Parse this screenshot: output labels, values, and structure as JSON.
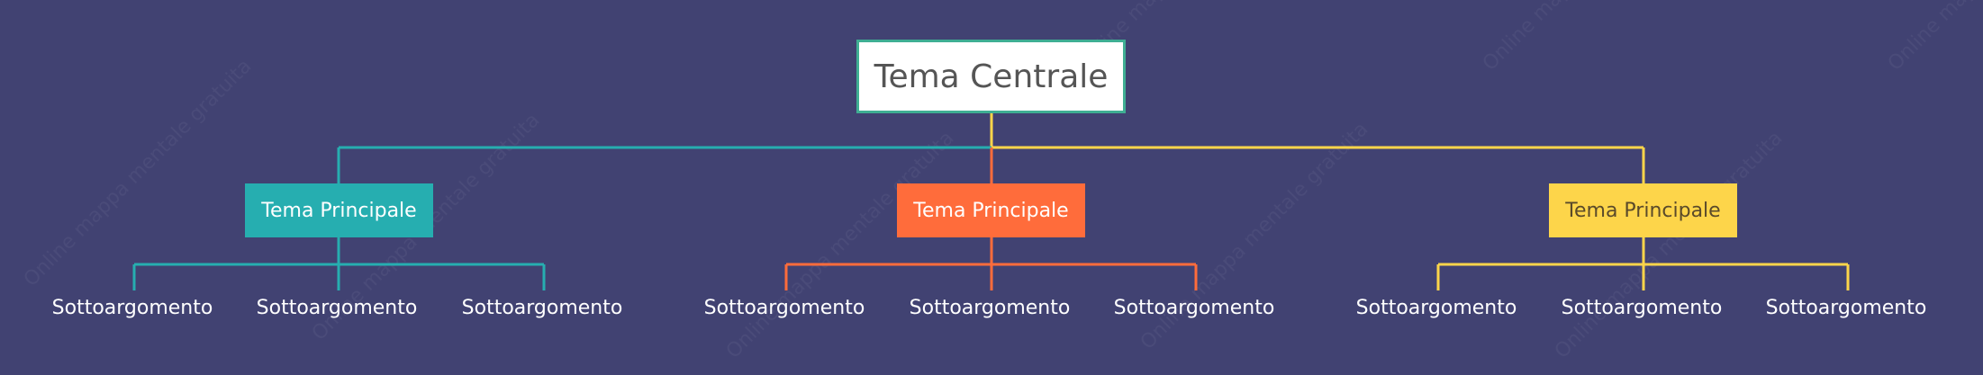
{
  "central": {
    "label": "Tema Centrale"
  },
  "branches": [
    {
      "label": "Tema Principale",
      "color": "#26aeb0",
      "subtopics": [
        "Sottoargomento",
        "Sottoargomento",
        "Sottoargomento"
      ]
    },
    {
      "label": "Tema Principale",
      "color": "#ff6c3b",
      "subtopics": [
        "Sottoargomento",
        "Sottoargomento",
        "Sottoargomento"
      ]
    },
    {
      "label": "Tema Principale",
      "color": "#fdd54a",
      "subtopics": [
        "Sottoargomento",
        "Sottoargomento",
        "Sottoargomento"
      ]
    }
  ],
  "colors": {
    "background": "#414272",
    "central_border": "#3fae93"
  },
  "watermark": {
    "text": "Online mappa mentale gratuita"
  }
}
